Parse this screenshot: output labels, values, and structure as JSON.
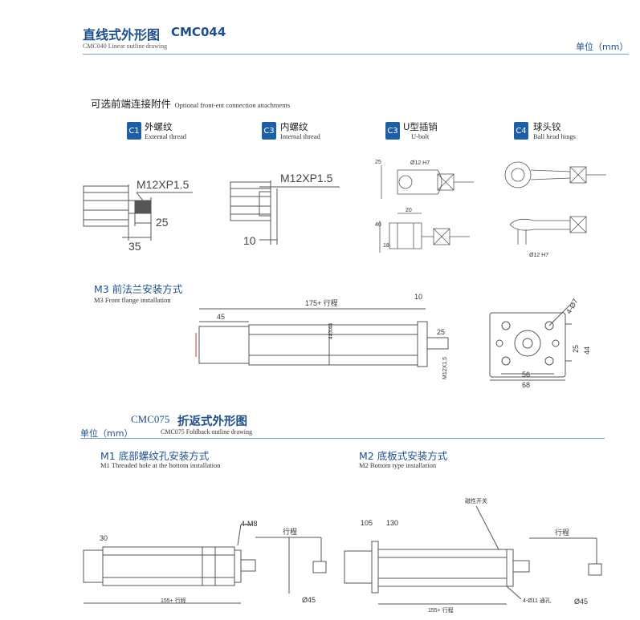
{
  "header": {
    "title_cn": "直线式外形图",
    "title_model": "CMC044",
    "subtitle_en": "CMC040 Linear outline drawing",
    "unit": "单位（mm）"
  },
  "attachments": {
    "heading_cn": "可选前端连接附件",
    "heading_en": "Optional front-ent connection attachments",
    "items": [
      {
        "badge": "C1",
        "cn": "外螺纹",
        "en": "External thread"
      },
      {
        "badge": "C3",
        "cn": "内螺纹",
        "en": "Internal  thread"
      },
      {
        "badge": "C3",
        "cn": "U型插销",
        "en": "U-bolt"
      },
      {
        "badge": "C4",
        "cn": "球头铰",
        "en": "Ball head hings"
      }
    ],
    "c1_dims": {
      "thread": "M12XP1.5",
      "d1": "25",
      "d2": "35"
    },
    "c3_dims": {
      "thread": "M12XP1.5",
      "d1": "10"
    },
    "ubolt_dims": {
      "hole_top": "Ø12 H7",
      "d_left": "25",
      "d_mid": "20",
      "d_side": "40",
      "d_low": "18"
    },
    "ball_dims": {
      "hole": "Ø12 H7"
    }
  },
  "m3": {
    "heading_cn": "M3 前法兰安装方式",
    "heading_en": "M3 Front flange installation",
    "dims": {
      "stroke": "175+ 行程",
      "d45": "45",
      "d10": "10",
      "d25": "25",
      "d44x44": "44X44",
      "thread": "M12X1.5"
    },
    "flange_dims": {
      "holes": "4-Ø7",
      "d25": "25",
      "d44": "44",
      "d56": "56",
      "d68": "68"
    }
  },
  "section2": {
    "title_model": "CMC075",
    "title_cn": "折返式外形图",
    "subtitle_en": "CMC075 Foldback outline drawing",
    "unit": "单位（mm）"
  },
  "m1": {
    "heading_cn": "M1 底部螺纹孔安装方式",
    "heading_en": "M1 Threaded hole at the bottom installation",
    "dims": {
      "d30": "30",
      "holes": "4-M8",
      "stroke": "行程",
      "length": "155+ 行程",
      "dia": "Ø45"
    }
  },
  "m2": {
    "heading_cn": "M2 底板式安装方式",
    "heading_en": "M2 Bottom type installation",
    "dims": {
      "switch": "磁性开关",
      "d105": "105",
      "d130": "130",
      "stroke": "行程",
      "holes": "4-Ø11 通孔",
      "length": "155+ 行程",
      "dia": "Ø45"
    }
  }
}
